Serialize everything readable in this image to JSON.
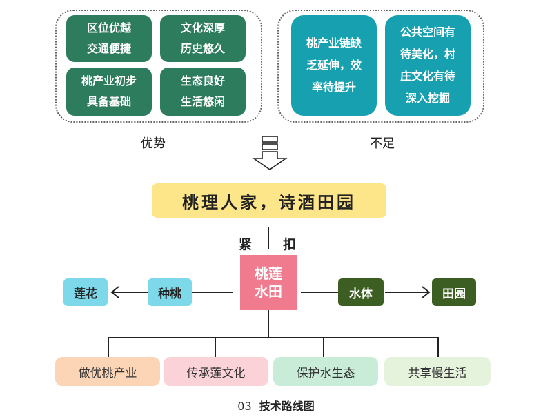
{
  "strengths": {
    "label": "优势",
    "items": [
      {
        "line1": "区位优越",
        "line2": "交通便捷"
      },
      {
        "line1": "文化深厚",
        "line2": "历史悠久"
      },
      {
        "line1": "桃产业初步",
        "line2": "具备基础"
      },
      {
        "line1": "生态良好",
        "line2": "生活悠闲"
      }
    ]
  },
  "weaknesses": {
    "label": "不足",
    "items": [
      {
        "line1": "桃产业链缺",
        "line2": "乏延伸，效",
        "line3": "率待提升"
      },
      {
        "line1": "公共空间有",
        "line2": "待美化，村",
        "line3": "庄文化有待",
        "line4": "深入挖掘"
      }
    ]
  },
  "theme": "桃理人家，诗酒田园",
  "connector": {
    "left": "紧",
    "right": "扣"
  },
  "core": {
    "line1": "桃莲",
    "line2": "水田"
  },
  "left_chain": {
    "inner": "种桃",
    "outer": "莲花"
  },
  "right_chain": {
    "inner": "水体",
    "outer": "田园"
  },
  "outcomes": [
    "做优桃产业",
    "传承莲文化",
    "保护水生态",
    "共享慢生活"
  ],
  "caption": {
    "number": "03",
    "title": "技术路线图"
  },
  "colors": {
    "green": "#2e7c5e",
    "teal": "#17a0b0",
    "theme": "#fde58a",
    "core": "#f07b8e",
    "light_teal": "#7dd8ea",
    "dark_green": "#3d5e22",
    "peach": "#fbd5b5",
    "pink": "#fad2d8",
    "mint": "#c8ecd8",
    "pale_green": "#e5f2dc"
  }
}
